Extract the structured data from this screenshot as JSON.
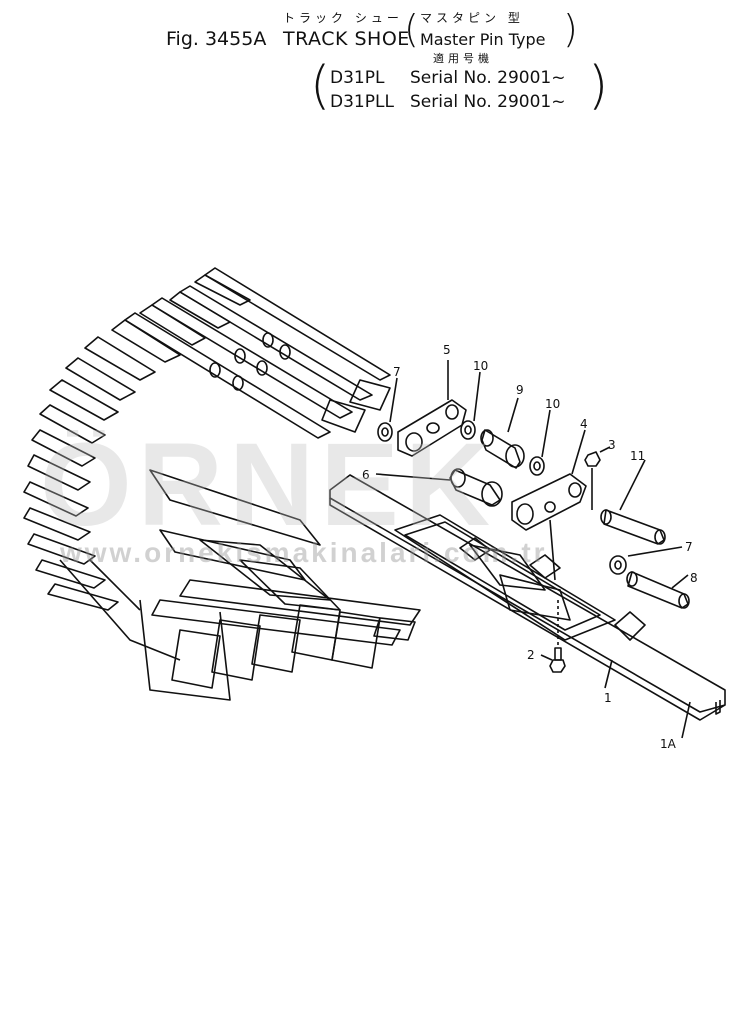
{
  "header": {
    "fig_label": "Fig. 3455A",
    "title_en": "TRACK SHOE",
    "title_jp": "トラック シュー",
    "type_jp": "マスタピン 型",
    "type_en": "Master Pin Type",
    "applicable_jp": "適用号機",
    "models": [
      {
        "model": "D31PL",
        "serial": "Serial No. 29001~"
      },
      {
        "model": "D31PLL",
        "serial": "Serial No. 29001~"
      }
    ]
  },
  "callouts": [
    "1",
    "1A",
    "2",
    "3",
    "4",
    "5",
    "6",
    "7",
    "7",
    "8",
    "9",
    "10",
    "10",
    "11"
  ],
  "watermark": {
    "brand": "ÖRNEK",
    "url": "www.ornekismakinalari.com.tr"
  }
}
